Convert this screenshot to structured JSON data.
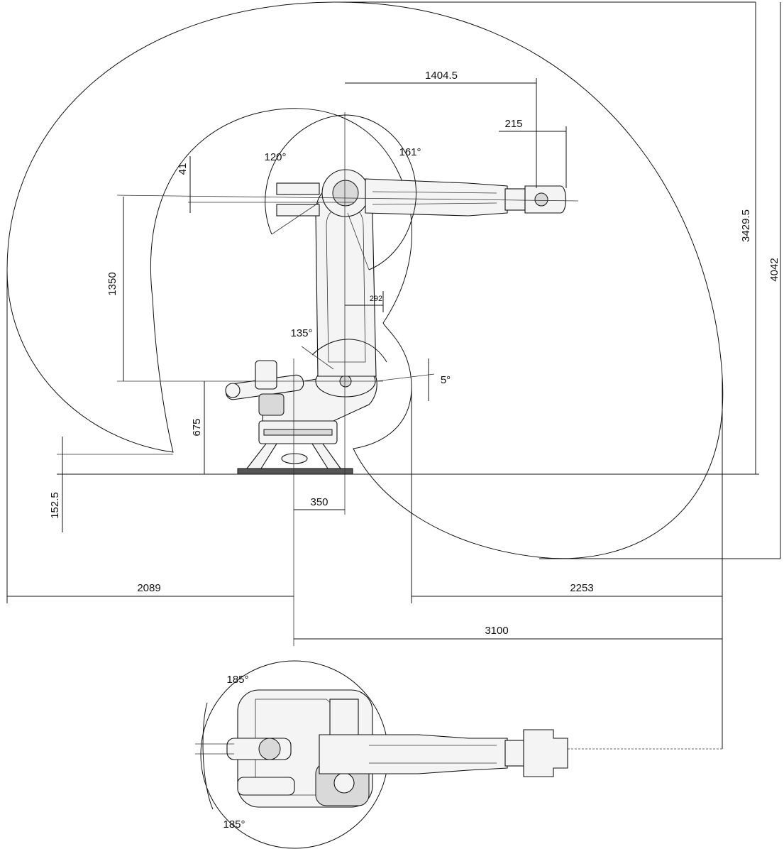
{
  "dimensions": {
    "reach_top": "1404.5",
    "wrist_offset": "215",
    "axis_offset": "41",
    "arm_length": "1350",
    "arm_offset": "292",
    "base_height": "675",
    "base_offset": "152.5",
    "base_x": "350",
    "reach_back": "2089",
    "reach_front": "2253",
    "max_reach": "3100",
    "height_total": "3429.5",
    "height_max": "4042"
  },
  "angles": {
    "a3_rear": "120°",
    "a3_front": "161°",
    "a2_rear": "135°",
    "a2_down": "5°",
    "a1_pos": "185°",
    "a1_neg": "185°"
  },
  "colors": {
    "line": "#111111",
    "background": "#ffffff"
  }
}
